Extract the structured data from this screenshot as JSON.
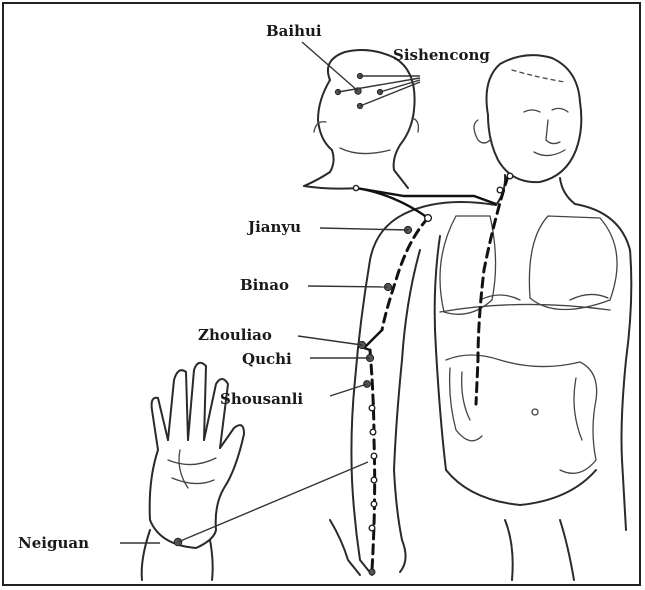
{
  "labels": {
    "baihui": "Baihui",
    "sishencong": "Sishencong",
    "jianyu": "Jianyu",
    "binao": "Binao",
    "zhouliao": "Zhouliao",
    "quchi": "Quchi",
    "shousanli": "Shousanli",
    "neiguan": "Neiguan"
  },
  "colors": {
    "line": "#2a2a2a",
    "meridian": "#111111",
    "point": "#555555"
  }
}
